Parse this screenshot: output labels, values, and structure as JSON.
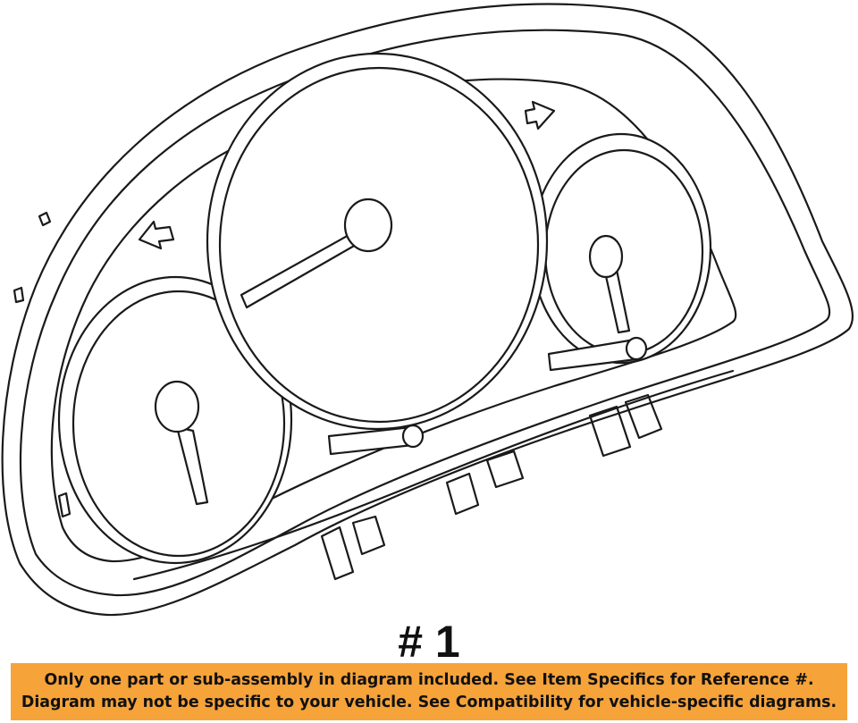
{
  "diagram": {
    "part_label": "# 1"
  },
  "notice": {
    "line1": "Only one part or sub-assembly in diagram included. See Item Specifics for Reference #.",
    "line2": "Diagram may not be specific to your vehicle. See Compatibility for vehicle-specific diagrams.",
    "background_color": "#f6a33a"
  }
}
